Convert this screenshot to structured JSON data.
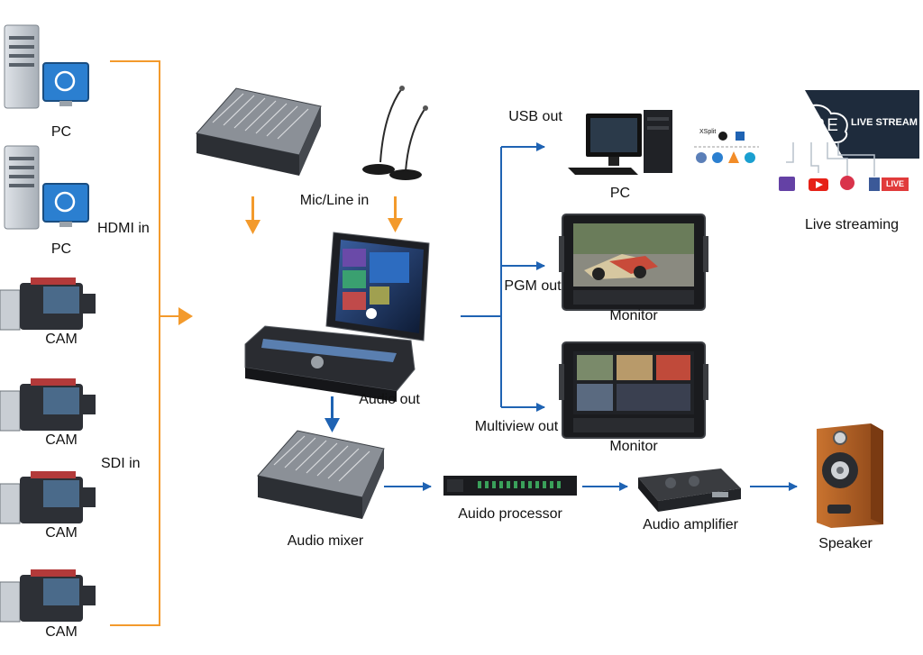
{
  "sources": {
    "pc1": "PC",
    "pc2": "PC",
    "hdmi_in": "HDMI in",
    "cam1": "CAM",
    "cam2": "CAM",
    "sdi_in": "SDI in",
    "cam3": "CAM",
    "cam4": "CAM"
  },
  "inputs": {
    "mic_line_in": "Mic/Line in"
  },
  "switcher": {
    "audio_out": "Audio out"
  },
  "outputs": {
    "usb_out": "USB out",
    "pc": "PC",
    "pgm_out": "PGM out",
    "monitor1": "Monitor",
    "multiview_out": "Multiview out",
    "monitor2": "Monitor",
    "live_streaming": "Live streaming"
  },
  "streaming_panel": {
    "core": "CORE",
    "live_stream": "LIVE STREAM",
    "xsplit": "XSplit",
    "live_badge": "LIVE"
  },
  "audio_chain": {
    "audio_mixer": "Audio mixer",
    "audio_processor": "Auido processor",
    "audio_amplifier": "Audio amplifier",
    "speaker": "Speaker"
  },
  "colors": {
    "input_lines": "#f39a2c",
    "output_arrows": "#1f63b3",
    "panel_dark": "#1e2b3c"
  }
}
